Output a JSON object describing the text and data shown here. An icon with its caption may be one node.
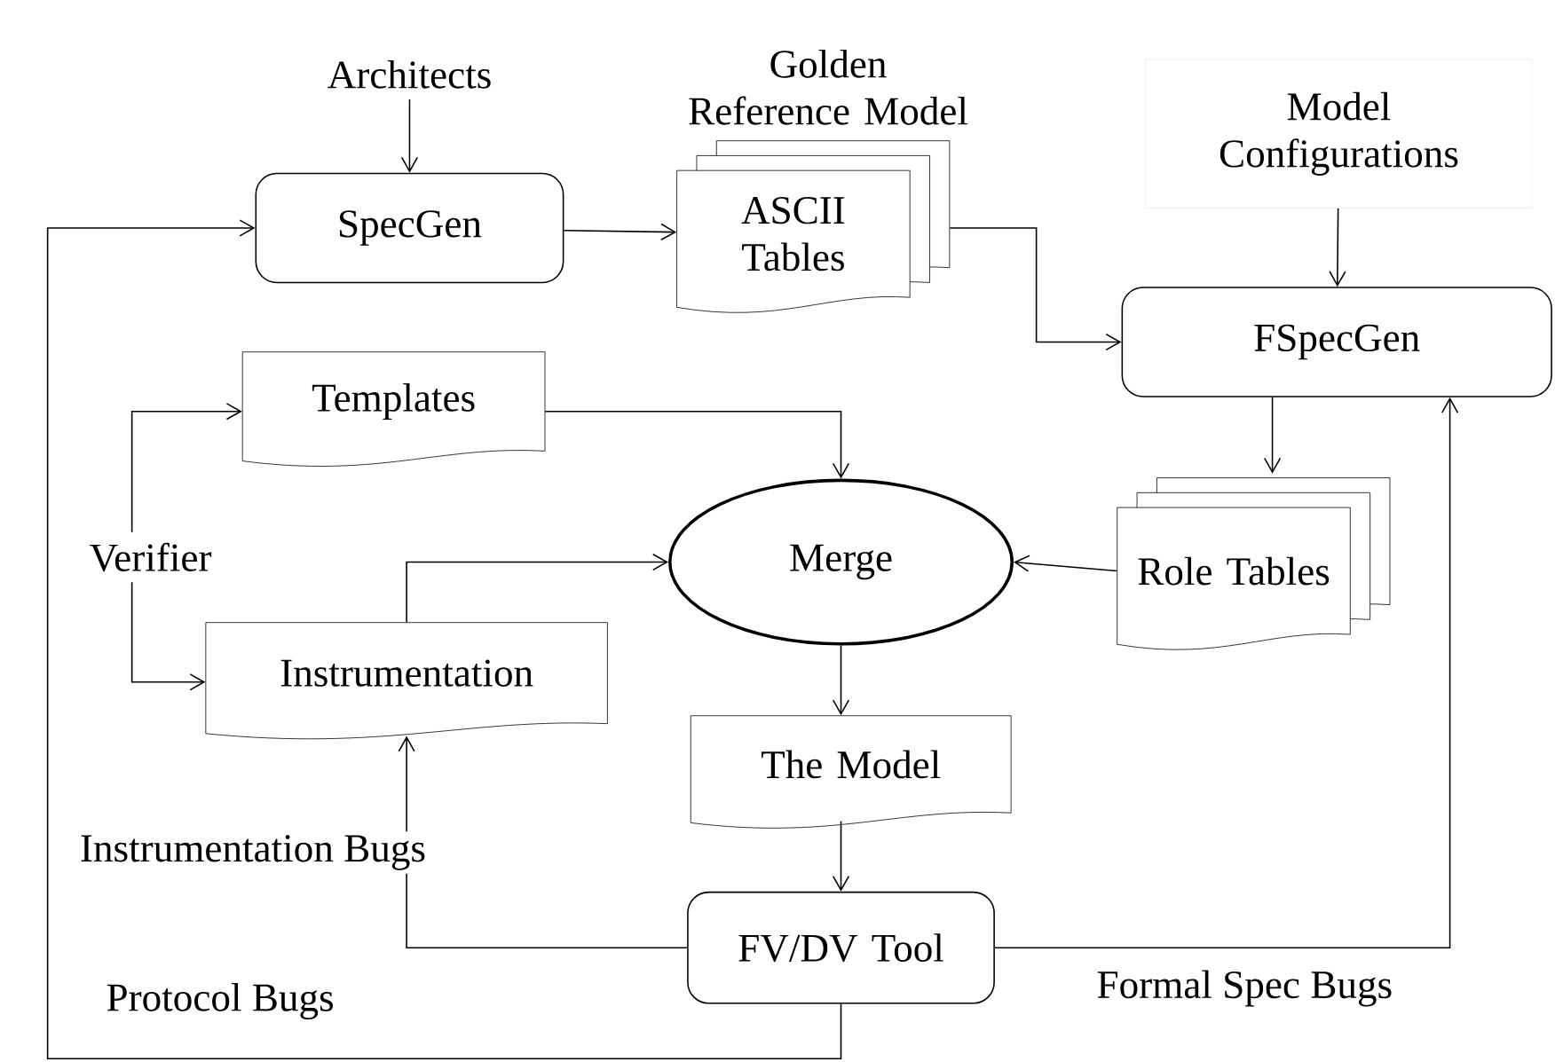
{
  "diagram": {
    "nodes": [
      {
        "text": [
          "Architects"
        ]
      },
      {
        "text": [
          "SpecGen"
        ]
      },
      {
        "text": [
          "Golden Reference Model",
          "ASCII Tables"
        ]
      },
      {
        "text": [
          "Model Configurations"
        ]
      },
      {
        "text": [
          "FSpecGen"
        ]
      },
      {
        "text": [
          "Templates"
        ]
      },
      {
        "text": [
          "Verifier"
        ]
      },
      {
        "text": [
          "Merge"
        ]
      },
      {
        "text": [
          "Role Tables"
        ]
      },
      {
        "text": [
          "Instrumentation"
        ]
      },
      {
        "text": [
          "The Model"
        ]
      },
      {
        "text": [
          "FV/DV Tool"
        ]
      }
    ],
    "edges": [
      {
        "from": 0,
        "to": 1,
        "arrow": "to"
      },
      {
        "from": 1,
        "to": 2,
        "arrow": "to"
      },
      {
        "from": 2,
        "to": 4,
        "arrow": "to"
      },
      {
        "from": 3,
        "to": 4,
        "arrow": "to"
      },
      {
        "from": 4,
        "to": 8,
        "arrow": "to"
      },
      {
        "from": 5,
        "to": 7,
        "arrow": "to"
      },
      {
        "from": 6,
        "to": 5,
        "arrow": "to"
      },
      {
        "from": 6,
        "to": 9,
        "arrow": "to"
      },
      {
        "from": 9,
        "to": 7,
        "arrow": "to"
      },
      {
        "from": 8,
        "to": 7,
        "arrow": "to"
      },
      {
        "from": 7,
        "to": 10,
        "arrow": "to"
      },
      {
        "from": 10,
        "to": 11,
        "arrow": "to"
      },
      {
        "from": 11,
        "to": 9,
        "arrow": "to",
        "label": "Instrumentation Bugs"
      },
      {
        "from": 11,
        "to": 4,
        "arrow": "to",
        "label": "Formal Spec Bugs"
      },
      {
        "from": 11,
        "to": 1,
        "arrow": "to",
        "label": "Protocol Bugs"
      }
    ]
  }
}
